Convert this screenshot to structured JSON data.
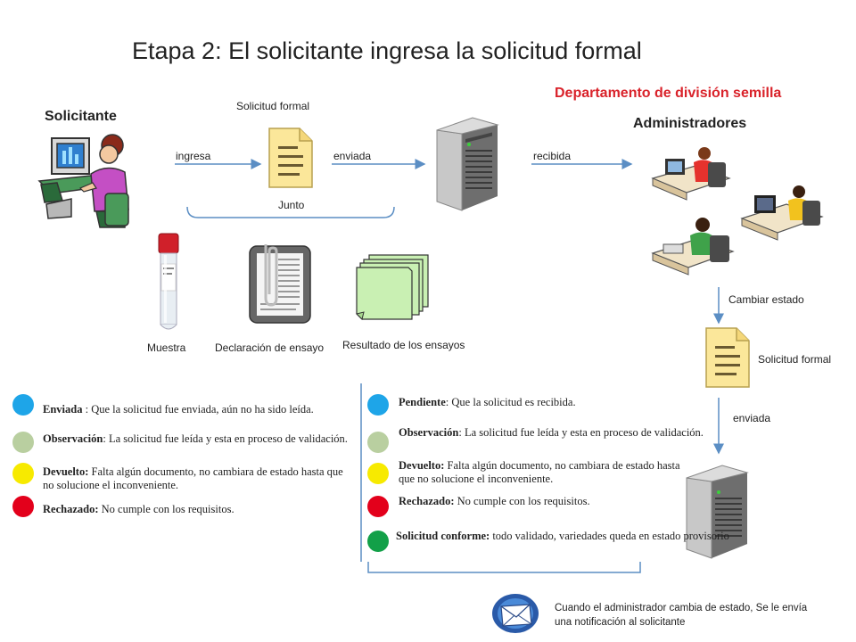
{
  "title": "Etapa 2: El solicitante ingresa la solicitud formal",
  "department": "Departamento de división semilla",
  "actors": {
    "applicant": "Solicitante",
    "admins": "Administradores"
  },
  "flow": {
    "doc_label_top": "Solicitud formal",
    "ingresa": "ingresa",
    "enviada": "enviada",
    "recibida": "recibida",
    "junto": "Junto",
    "cambiar_estado": "Cambiar estado",
    "doc_label_right": "Solicitud formal",
    "enviada_down": "enviada"
  },
  "attachments": {
    "muestra": "Muestra",
    "declaracion": "Declaración de ensayo",
    "resultado": "Resultado de los ensayos"
  },
  "colors": {
    "blue": "#1ea5e8",
    "sage": "#b9cfa0",
    "yellow": "#f7ea00",
    "red": "#e3001b",
    "green": "#12a048"
  },
  "legend_left": [
    {
      "term": "Enviada",
      "sep": " : ",
      "desc": "Que la solicitud fue enviada, aún no ha sido leída.",
      "color": "blue"
    },
    {
      "term": "Observación",
      "sep": ": ",
      "desc": "La solicitud fue leída y esta en proceso de validación.",
      "color": "sage"
    },
    {
      "term": "Devuelto:",
      "sep": " ",
      "desc": "Falta algún documento, no cambiara de estado hasta que no solucione el inconveniente.",
      "color": "yellow"
    },
    {
      "term": "Rechazado:",
      "sep": " ",
      "desc": "No cumple con los requisitos.",
      "color": "red"
    }
  ],
  "legend_right": [
    {
      "term": "Pendiente",
      "sep": ": ",
      "desc": "Que la solicitud es recibida.",
      "color": "blue"
    },
    {
      "term": "Observación",
      "sep": ": ",
      "desc": "La solicitud fue leída y esta en proceso de validación.",
      "color": "sage"
    },
    {
      "term": "Devuelto:",
      "sep": " ",
      "desc": "Falta algún documento, no cambiara de estado hasta que no solucione el inconveniente.",
      "color": "yellow"
    },
    {
      "term": "Rechazado:",
      "sep": " ",
      "desc": "No cumple con los requisitos.",
      "color": "red"
    },
    {
      "term": "Solicitud conforme:",
      "sep": " ",
      "desc": "todo validado, variedades queda en estado provisorio",
      "color": "green"
    }
  ],
  "notification": "Cuando el administrador cambia de estado, Se le envía una notificación al solicitante"
}
